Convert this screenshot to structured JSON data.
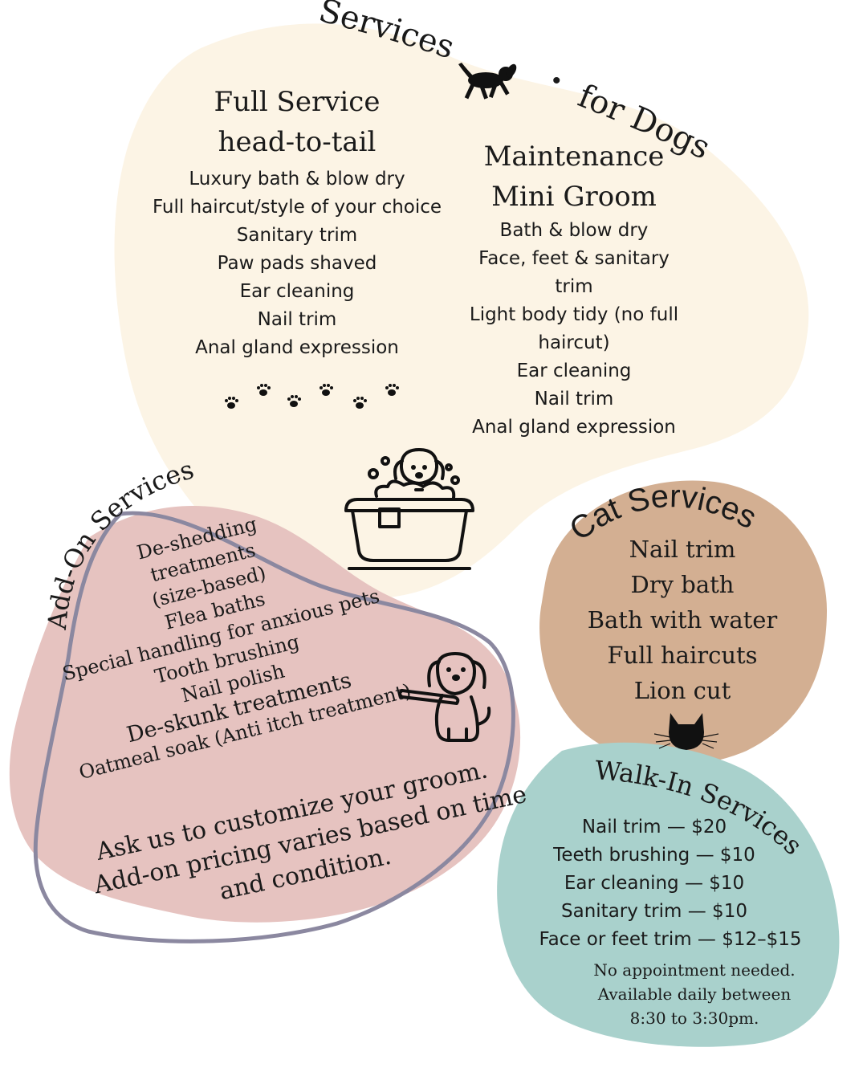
{
  "title": {
    "left": "Services",
    "separator": "•",
    "right": "for Dogs"
  },
  "full_service": {
    "heading": [
      "Full Service",
      "head-to-tail"
    ],
    "items": [
      "Luxury bath & blow dry",
      "Full haircut/style of your choice",
      "Sanitary trim",
      "Paw pads shaved",
      "Ear cleaning",
      "Nail trim",
      "Anal gland expression"
    ]
  },
  "maintenance": {
    "heading": [
      "Maintenance",
      "Mini Groom"
    ],
    "items": [
      "Bath & blow dry",
      "Face, feet & sanitary",
      "trim",
      "Light body tidy (no full",
      "haircut)",
      "Ear cleaning",
      "Nail trim",
      "Anal gland expression"
    ]
  },
  "addon": {
    "title": "Add-On Services",
    "items": [
      "De-shedding",
      "treatments",
      "(size-based)",
      "Flea baths",
      "Special handling for anxious pets",
      "Tooth brushing",
      "Nail polish",
      "De-skunk treatments",
      "Oatmeal soak (Anti itch treatment)"
    ],
    "note": [
      "Ask us to customize your groom.",
      "Add-on pricing varies based on time",
      "and condition."
    ]
  },
  "cat": {
    "title": "Cat Services",
    "items": [
      "Nail trim",
      "Dry bath",
      "Bath with water",
      "Full haircuts",
      "Lion cut"
    ]
  },
  "walkin": {
    "title": "Walk-In Services",
    "items": [
      "Nail trim — $20",
      "Teeth brushing — $10",
      "Ear cleaning — $10",
      "Sanitary trim — $10",
      "Face or feet trim — $12–$15"
    ],
    "note": [
      "No appointment needed.",
      "Available daily between",
      "8:30 to 3:30pm."
    ]
  },
  "colors": {
    "cream": "#fcf4e5",
    "pink": "#e6c3c0",
    "tan": "#d3af92",
    "teal": "#a9d1cc",
    "outline": "#8b88a0",
    "ink": "#1a1a1a"
  },
  "icons": [
    "running-dog-icon",
    "paw-prints-icon",
    "dog-bath-icon",
    "dog-toothbrush-icon",
    "cat-head-icon"
  ]
}
